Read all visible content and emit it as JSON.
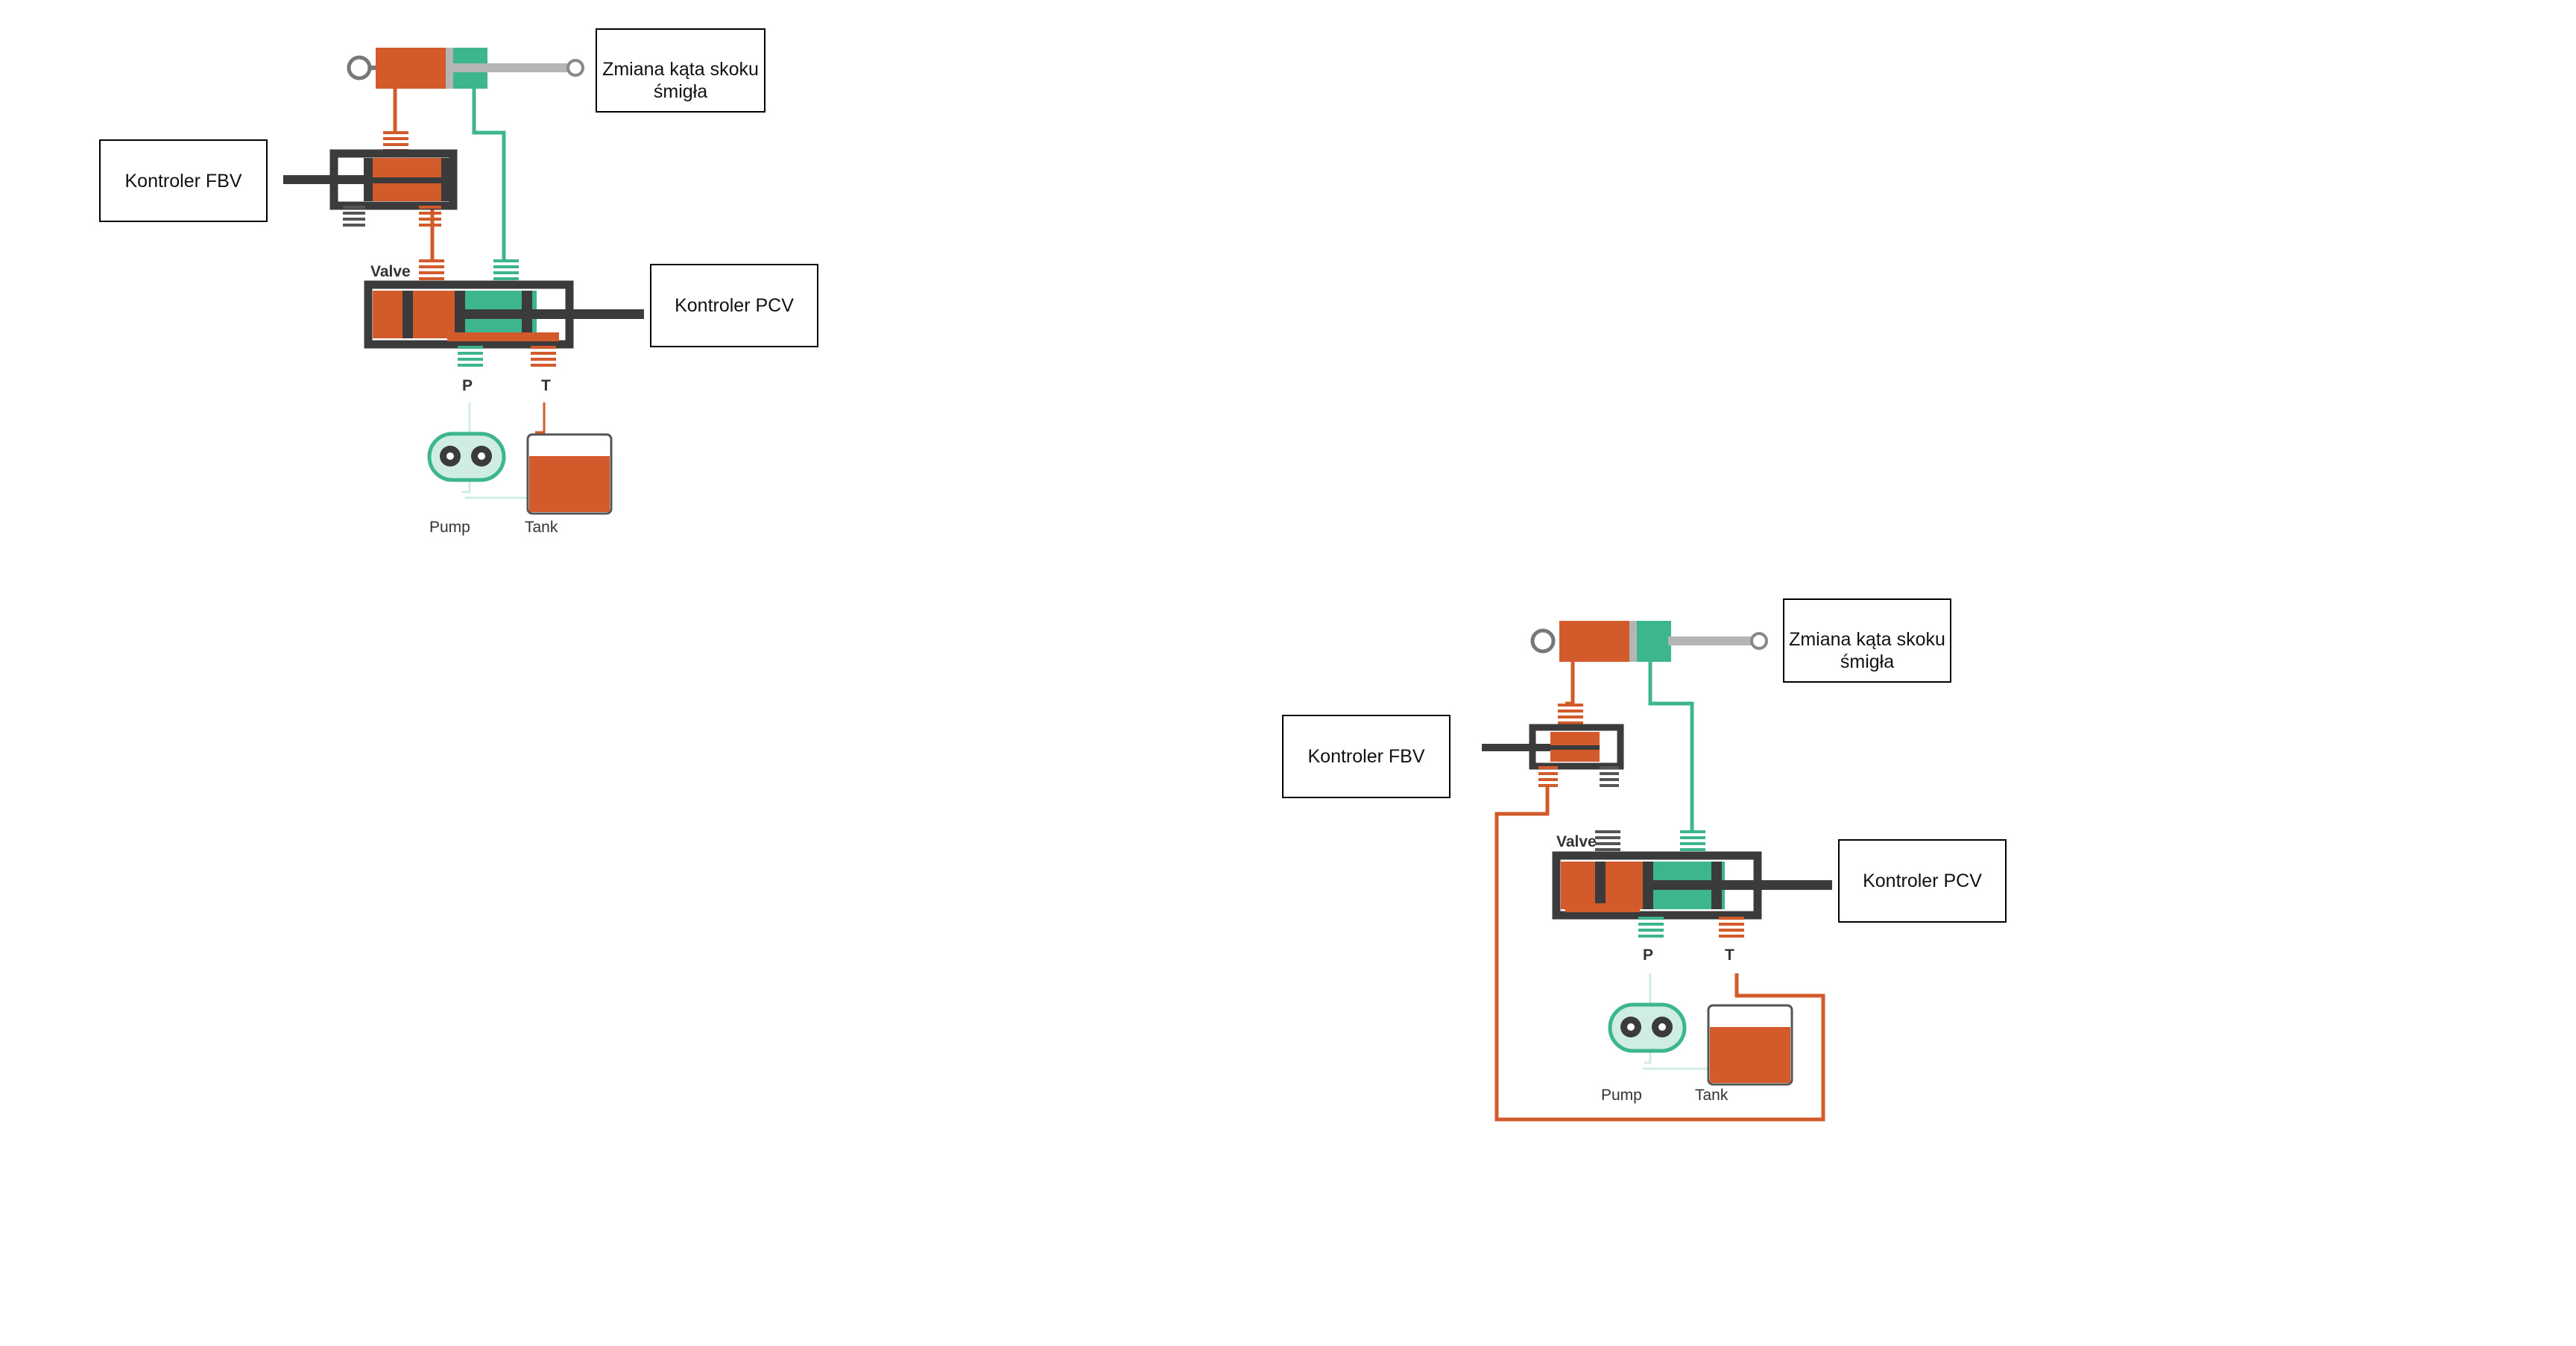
{
  "colors": {
    "orange": "#D35A2A",
    "green": "#3DB58E",
    "dark": "#3B3B3B",
    "rod": "#B5B5B5",
    "pump_bg": "#CFEDE3"
  },
  "diagrams": [
    {
      "fbv_controller": "Kontroler FBV",
      "pcv_controller": "Kontroler PCV",
      "pitch_change": {
        "line1": "Zmiana kąta skoku",
        "line2": "śmigła"
      },
      "valve_label": "Valve",
      "port_p": "P",
      "port_t": "T",
      "pump_label": "Pump",
      "tank_label": "Tank"
    },
    {
      "fbv_controller": "Kontroler FBV",
      "pcv_controller": "Kontroler PCV",
      "pitch_change": {
        "line1": "Zmiana kąta skoku",
        "line2": "śmigła"
      },
      "valve_label": "Valve",
      "port_p": "P",
      "port_t": "T",
      "pump_label": "Pump",
      "tank_label": "Tank"
    }
  ]
}
